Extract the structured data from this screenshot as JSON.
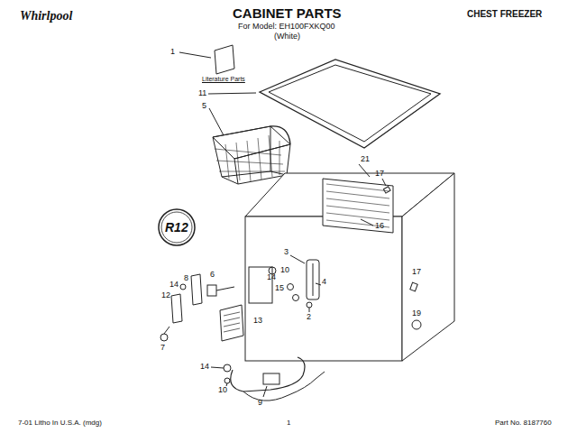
{
  "diagram": {
    "title": "CABINET PARTS",
    "labels": [
      "Whirlpool",
      "For Model: EH100FXKQ00",
      "(White)",
      "CHEST FREEZER",
      "Literature Parts",
      "1",
      "11",
      "5",
      "R12",
      "21",
      "17",
      "16",
      "3",
      "10",
      "14",
      "15",
      "4",
      "2",
      "8",
      "6",
      "14",
      "12",
      "7",
      "13",
      "17",
      "19",
      "14",
      "10",
      "9",
      "7-01 Litho In U.S.A. (mdg)",
      "1",
      "Part No. 8187760"
    ]
  }
}
